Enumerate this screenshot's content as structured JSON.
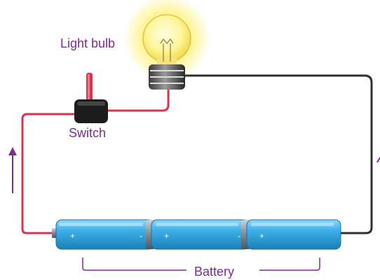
{
  "labels": {
    "bulb": "Light bulb",
    "switch": "Switch",
    "battery": "Battery"
  },
  "battery": {
    "cell_count": 3,
    "positive_sign": "+",
    "negative_sign": "-"
  },
  "colors": {
    "label_text": "#7b2d8e",
    "wire_red": "#e0304f",
    "wire_dark": "#2f2f2f",
    "cell_blue": "#3fb0e8",
    "bulb_glow": "#fff27a",
    "arrow": "#7b2d8e"
  }
}
